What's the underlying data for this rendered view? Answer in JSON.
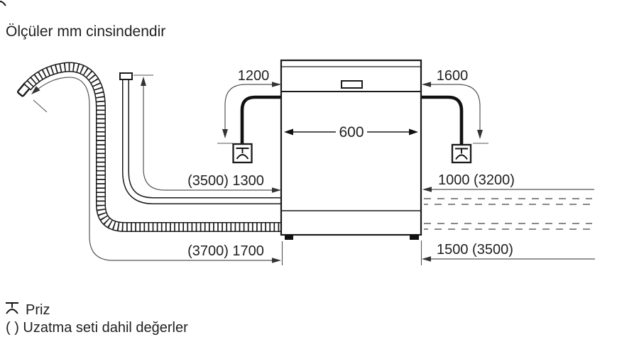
{
  "title": "Ölçüler mm cinsindendir",
  "diagram": {
    "dimensions": {
      "cord_left": "1200",
      "cord_right": "1600",
      "appliance_width": "600",
      "supply_hose": "(3500) 1300",
      "right_mid": "1000 (3200)",
      "drain_hose": "(3700) 1700",
      "right_bottom": "1500 (3500)"
    }
  },
  "legend": {
    "socket_label": "Priz",
    "brackets_note": "( ) Uzatma seti dahil değerler"
  },
  "colors": {
    "line": "#1a1a1a",
    "dim_line": "#555555",
    "dashed": "#777777",
    "background": "#ffffff"
  }
}
